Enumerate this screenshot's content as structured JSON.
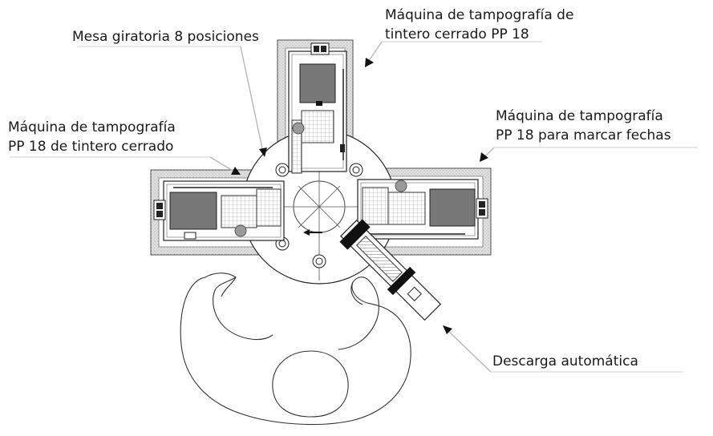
{
  "labels": {
    "top_machine": [
      "Máquina de tampografía de",
      "tintero cerrado PP 18"
    ],
    "turntable": "Mesa giratoria 8 posiciones",
    "left_machine": [
      "Máquina de tampografía",
      "PP 18 de tintero cerrado"
    ],
    "right_machine": [
      "Máquina de tampografía",
      "PP 18 para marcar fechas"
    ],
    "unloader": "Descarga automática"
  },
  "colors": {
    "platform": "#d6d6d6",
    "machine_body": "#777777",
    "pad": "#9a9a9a",
    "outline": "#222222",
    "leader": "#b8b8b8"
  }
}
